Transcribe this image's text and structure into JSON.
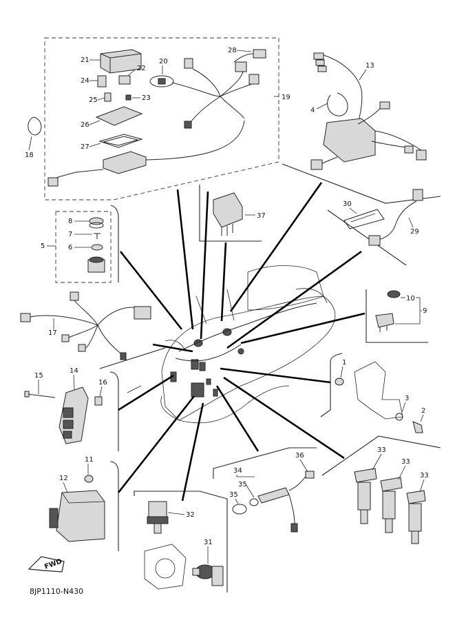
{
  "diagram": {
    "code": "8JP1110-N430",
    "fwd_label": "FWD",
    "callouts": [
      "1",
      "2",
      "3",
      "4",
      "5",
      "6",
      "7",
      "8",
      "9",
      "10",
      "11",
      "12",
      "13",
      "14",
      "15",
      "16",
      "17",
      "18",
      "19",
      "20",
      "21",
      "22",
      "23",
      "24",
      "25",
      "26",
      "27",
      "28",
      "29",
      "30",
      "31",
      "32",
      "33",
      "33",
      "33",
      "34",
      "35",
      "35",
      "36",
      "37"
    ]
  }
}
